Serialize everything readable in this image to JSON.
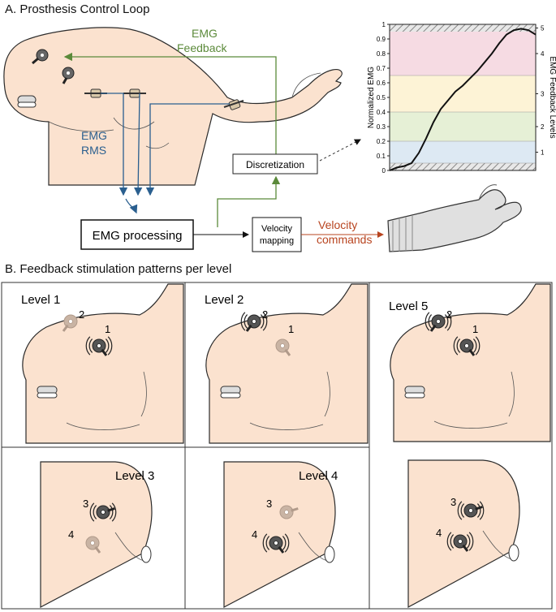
{
  "section_a": {
    "title": "A. Prosthesis Control Loop"
  },
  "section_b": {
    "title": "B. Feedback stimulation patterns per level"
  },
  "labels": {
    "emg_feedback_1": "EMG",
    "emg_feedback_2": "Feedback",
    "emg_rms_1": "EMG",
    "emg_rms_2": "RMS",
    "discretization": "Discretization",
    "emg_processing": "EMG processing",
    "velocity_mapping_1": "Velocity",
    "velocity_mapping_2": "mapping",
    "velocity_commands_1": "Velocity",
    "velocity_commands_2": "commands"
  },
  "colors": {
    "feedback_green": "#5b8a3a",
    "emg_blue": "#2a5f8f",
    "velocity_red": "#b8441f",
    "skin": "#fbe2cf"
  },
  "chart_data": {
    "type": "line",
    "ylabel": "Normalized EMG",
    "y2label": "EMG Feedback Levels",
    "ylim": [
      0,
      1
    ],
    "yticks": [
      "0",
      "0.1",
      "0.2",
      "0.3",
      "0.4",
      "0.5",
      "0.6",
      "0.7",
      "0.8",
      "0.9",
      "1"
    ],
    "y2ticks": [
      "1",
      "2",
      "3",
      "4",
      "5"
    ],
    "bands": [
      {
        "level": 1,
        "from": 0.05,
        "to": 0.2,
        "color": "#dde9f3"
      },
      {
        "level": 2,
        "from": 0.2,
        "to": 0.4,
        "color": "#e6f0d6"
      },
      {
        "level": 3,
        "from": 0.4,
        "to": 0.65,
        "color": "#fdf3d6"
      },
      {
        "level": 4,
        "from": 0.65,
        "to": 0.95,
        "color": "#f6dbe3"
      }
    ],
    "hatched": [
      [
        0,
        0.05
      ],
      [
        0.95,
        1
      ]
    ],
    "x": [
      0,
      0.05,
      0.1,
      0.15,
      0.2,
      0.25,
      0.3,
      0.35,
      0.4,
      0.45,
      0.5,
      0.55,
      0.6,
      0.65,
      0.7,
      0.75,
      0.8,
      0.85,
      0.9,
      0.95,
      1
    ],
    "y": [
      0.0,
      0.02,
      0.03,
      0.05,
      0.12,
      0.22,
      0.33,
      0.42,
      0.48,
      0.54,
      0.58,
      0.63,
      0.68,
      0.74,
      0.8,
      0.87,
      0.93,
      0.96,
      0.97,
      0.96,
      0.93
    ]
  },
  "panels": [
    {
      "label": "Level 1",
      "e1": "1",
      "e2": "2"
    },
    {
      "label": "Level 2",
      "e1": "1",
      "e2": "2"
    },
    {
      "label": "Level 5",
      "e1": "1",
      "e2": "2"
    },
    {
      "label": "Level 3",
      "e1": "3",
      "e2": "4"
    },
    {
      "label": "Level 4",
      "e1": "3",
      "e2": "4"
    },
    {
      "label": "",
      "e1": "3",
      "e2": "4"
    }
  ]
}
